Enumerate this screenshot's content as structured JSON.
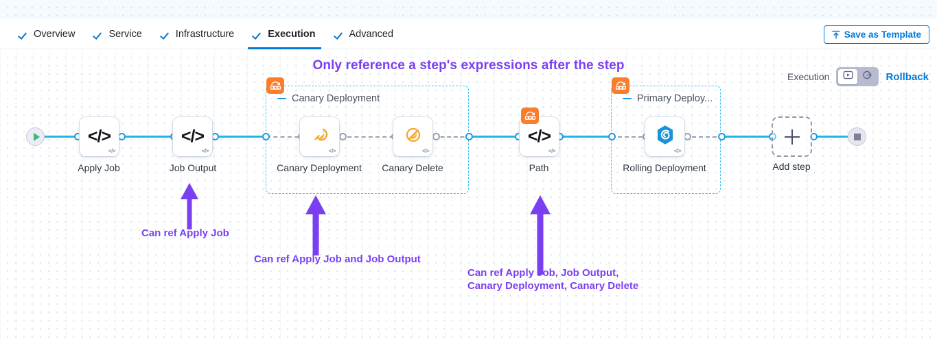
{
  "header": {
    "tabs": [
      {
        "label": "Overview",
        "active": false,
        "check": true
      },
      {
        "label": "Service",
        "active": false,
        "check": true
      },
      {
        "label": "Infrastructure",
        "active": false,
        "check": true
      },
      {
        "label": "Execution",
        "active": true,
        "check": true
      },
      {
        "label": "Advanced",
        "active": false,
        "check": true
      }
    ],
    "save_template_label": "Save as Template",
    "save_template_icon": "upload-template-icon",
    "accent_color": "#0278d5"
  },
  "canvas": {
    "heading": "Only reference a step's expressions after the step",
    "heading_color": "#7b3ff2",
    "exec_toggle": {
      "label": "Execution",
      "option_left_icon": "execution-view-icon",
      "option_right_icon": "rollback-view-icon",
      "selected": "execution-view-icon"
    },
    "rollback_link": "Rollback",
    "rollback_link_color": "#0278d5"
  },
  "pipeline": {
    "start_node": {
      "name": "pipeline-start",
      "icon": "play-icon"
    },
    "end_node": {
      "name": "pipeline-end",
      "icon": "stop-icon"
    },
    "steps": [
      {
        "id": "apply-job",
        "label": "Apply Job",
        "icon": "code-step-icon",
        "badge": "code-badge-icon"
      },
      {
        "id": "job-output",
        "label": "Job Output",
        "icon": "code-step-icon",
        "badge": "code-badge-icon"
      },
      {
        "id": "canary-deployment",
        "label": "Canary\nDeployment",
        "icon": "canary-bird-icon",
        "badge": "code-badge-icon"
      },
      {
        "id": "canary-delete",
        "label": "Canary Delete",
        "icon": "canary-delete-icon",
        "badge": "code-badge-icon"
      },
      {
        "id": "path",
        "label": "Path",
        "icon": "code-step-icon",
        "badge": "code-badge-icon",
        "stage_badge": "stage-group-icon"
      },
      {
        "id": "rolling-deployment",
        "label": "Rolling\nDeployment",
        "icon": "rolling-hex-icon",
        "badge": "code-badge-icon"
      }
    ],
    "groups": [
      {
        "id": "canary-deployment-group",
        "title": "Canary Deployment",
        "badge": "stage-group-icon",
        "collapse_icon": "collapse-dash-icon"
      },
      {
        "id": "primary-deployment-group",
        "title": "Primary Deploy...",
        "badge": "stage-group-icon",
        "collapse_icon": "collapse-dash-icon"
      }
    ],
    "add_step": {
      "label": "Add step",
      "icon": "plus-icon"
    }
  },
  "annotations": [
    {
      "id": "anno-apply-job",
      "text": "Can ref Apply Job"
    },
    {
      "id": "anno-canary",
      "text": "Can ref Apply Job and Job Output"
    },
    {
      "id": "anno-path",
      "text": "Can ref Apply Job, Job Output,\nCanary Deployment, Canary Delete"
    }
  ],
  "colors": {
    "arrow_purple": "#7b3ff2",
    "connector_blue": "#20b5e8",
    "group_dashed_blue": "#3fc0f0",
    "stage_badge_orange": "#f97d2a"
  }
}
